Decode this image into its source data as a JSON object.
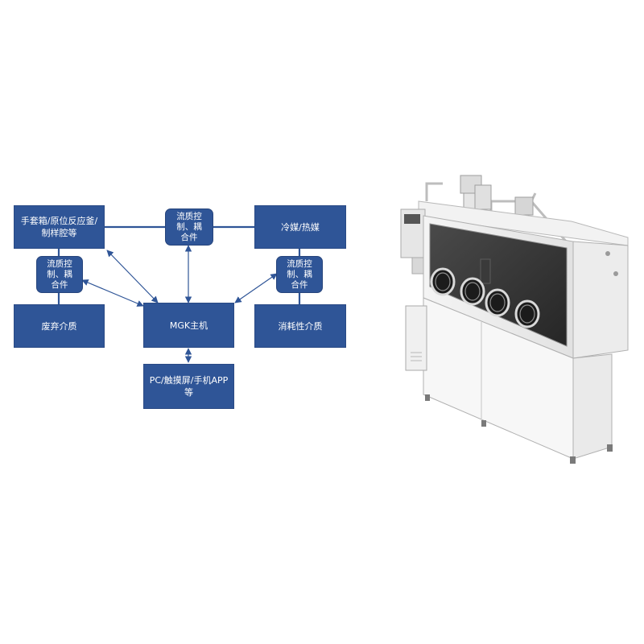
{
  "diagram": {
    "nodes": {
      "glovebox": "手套箱/原位反应釜/\n制样腔等",
      "coolant": "冷媒/热媒",
      "waste": "废弃介质",
      "mgk": "MGK主机",
      "consumable": "消耗性介质",
      "terminal": "PC/触摸屏/手机APP\n等"
    },
    "controllers": {
      "top": "流质控\n制、耦\n合件",
      "left": "流质控\n制、耦\n合件",
      "right": "流质控\n制、耦\n合件"
    }
  },
  "colors": {
    "box_fill": "#2f5597",
    "line": "#2f5597"
  }
}
